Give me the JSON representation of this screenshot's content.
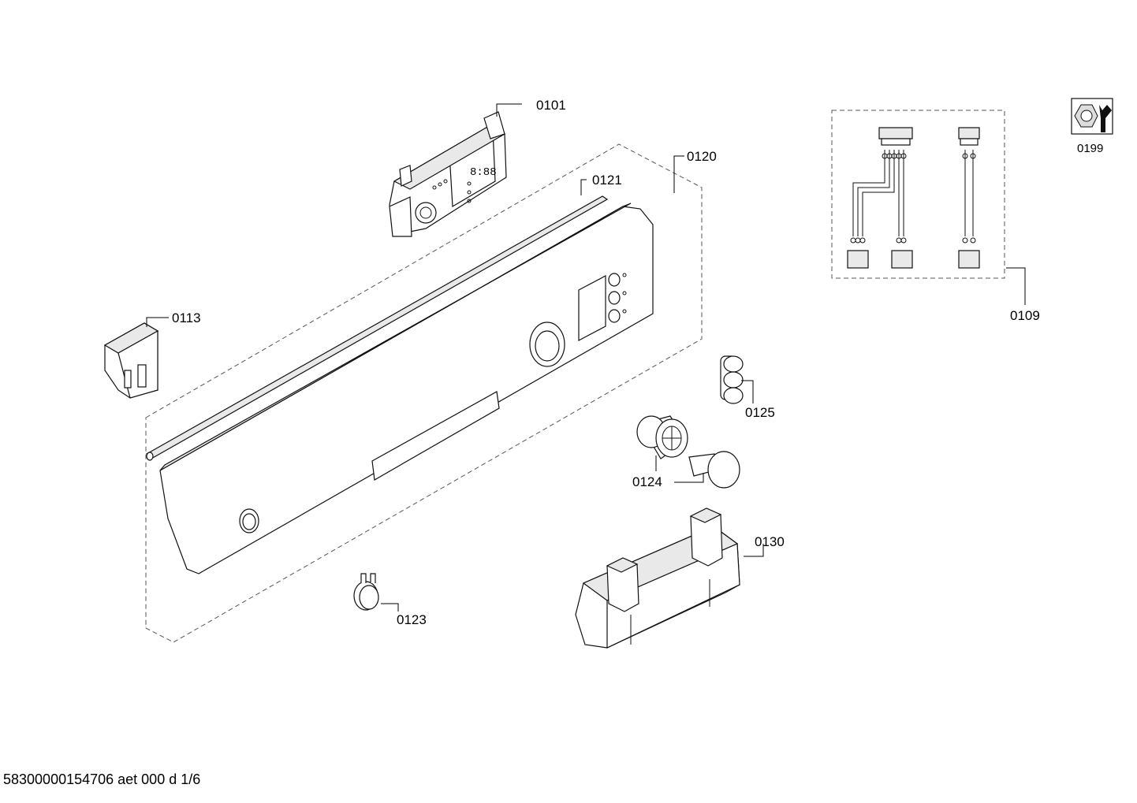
{
  "parts": [
    {
      "id": "p0101",
      "label": "0101"
    },
    {
      "id": "p0120",
      "label": "0120"
    },
    {
      "id": "p0121",
      "label": "0121"
    },
    {
      "id": "p0113",
      "label": "0113"
    },
    {
      "id": "p0109",
      "label": "0109"
    },
    {
      "id": "p0199",
      "label": "0199"
    },
    {
      "id": "p0125",
      "label": "0125"
    },
    {
      "id": "p0124",
      "label": "0124"
    },
    {
      "id": "p0130",
      "label": "0130"
    },
    {
      "id": "p0123",
      "label": "0123"
    }
  ],
  "footer": {
    "text": "58300000154706 aet 000 d 1/6"
  }
}
